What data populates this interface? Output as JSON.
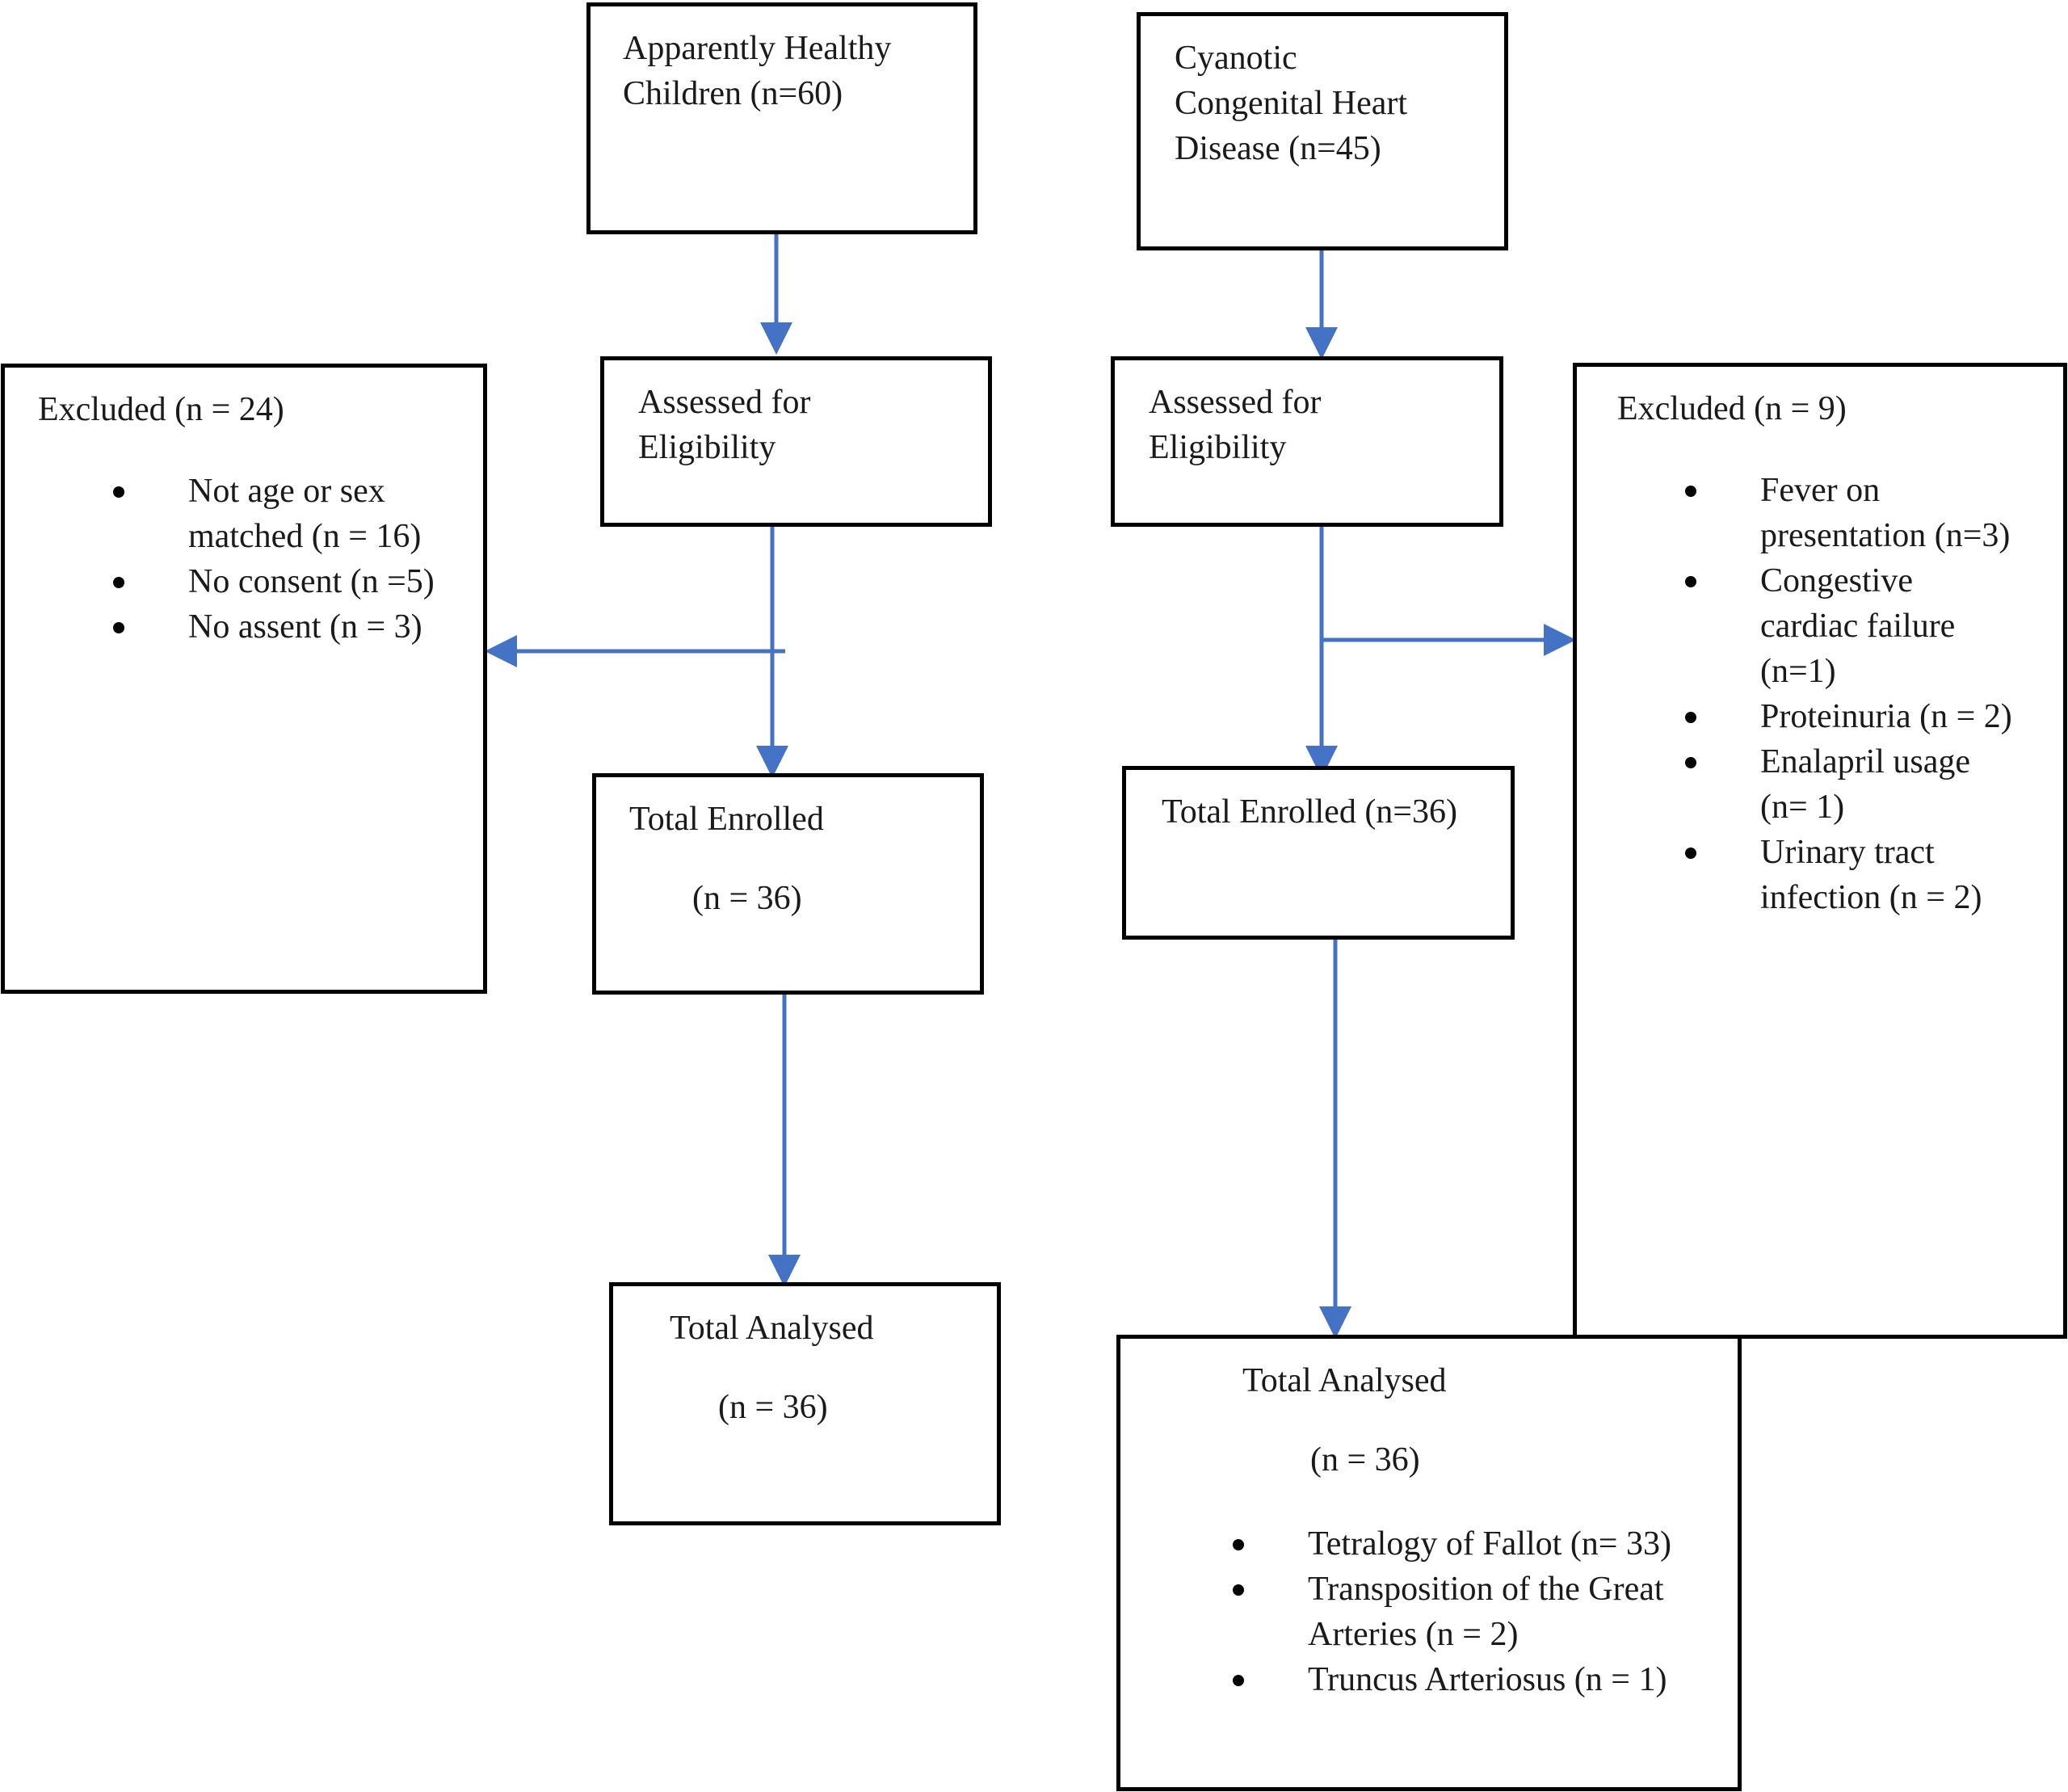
{
  "left": {
    "source": {
      "line1": "Apparently Healthy",
      "line2": "Children (n=60)"
    },
    "assessed": {
      "line1": "Assessed for",
      "line2": "Eligibility"
    },
    "excluded": {
      "title": "Excluded (n = 24)",
      "items": [
        {
          "line1": "Not age or sex",
          "line2": "matched (n = 16)"
        },
        {
          "line1": "No consent (n =5)"
        },
        {
          "line1": "No assent (n = 3)"
        }
      ]
    },
    "enrolled": {
      "title": "Total Enrolled",
      "count": "(n = 36)"
    },
    "analysed": {
      "title": "Total Analysed",
      "count": "(n = 36)"
    }
  },
  "right": {
    "source": {
      "line1": "Cyanotic",
      "line2": "Congenital Heart",
      "line3": "Disease (n=45)"
    },
    "assessed": {
      "line1": "Assessed for",
      "line2": "Eligibility"
    },
    "excluded": {
      "title": "Excluded (n = 9)",
      "items": [
        {
          "line1": "Fever on",
          "line2": "presentation (n=3)"
        },
        {
          "line1": "Congestive",
          "line2": "cardiac failure",
          "line3": "(n=1)"
        },
        {
          "line1": "Proteinuria (n = 2)"
        },
        {
          "line1": "Enalapril usage",
          "line2": "(n= 1)"
        },
        {
          "line1": "Urinary tract",
          "line2": "infection (n = 2)"
        }
      ]
    },
    "enrolled": {
      "title": "Total Enrolled (n=36)"
    },
    "analysed": {
      "title": "Total Analysed",
      "count": "(n = 36)",
      "items": [
        {
          "line1": "Tetralogy of Fallot (n= 33)"
        },
        {
          "line1": "Transposition of the Great",
          "line2": "Arteries (n = 2)"
        },
        {
          "line1": "Truncus Arteriosus (n = 1)"
        }
      ]
    }
  },
  "colors": {
    "arrow": "#4472C4",
    "border": "#000000"
  }
}
